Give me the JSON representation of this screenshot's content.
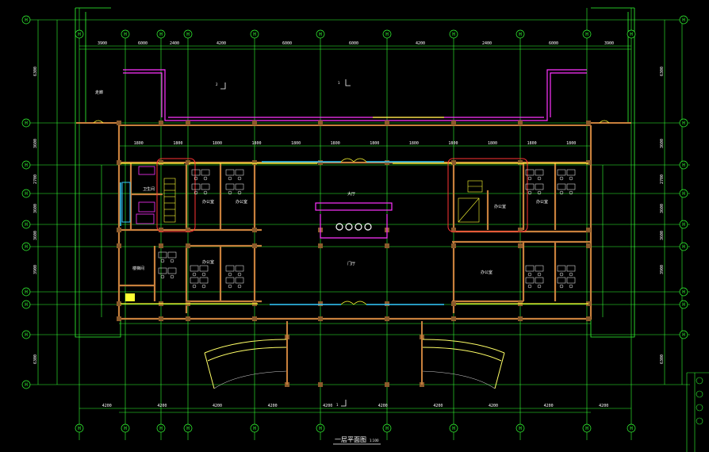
{
  "drawing": {
    "title": "一层平面图",
    "scale": "1:100"
  },
  "grid_bubbles": {
    "left": [
      "H",
      "H",
      "H",
      "H",
      "H",
      "H",
      "H",
      "H",
      "H",
      "H",
      "H"
    ],
    "right": [
      "H",
      "H",
      "H",
      "H",
      "H",
      "H",
      "H",
      "H",
      "H"
    ],
    "top": [
      "H",
      "H",
      "H",
      "H",
      "H",
      "H",
      "H",
      "H",
      "H",
      "H",
      "H",
      "H",
      "H"
    ],
    "bottom": [
      "H",
      "H",
      "H",
      "H",
      "H",
      "H",
      "H",
      "H",
      "H",
      "H",
      "H",
      "H",
      "H"
    ]
  },
  "dimensions": {
    "top_outer": [
      "3900",
      "6000",
      "2400",
      "4200",
      "6000",
      "6000",
      "4200",
      "2400",
      "6000",
      "3900"
    ],
    "top_inner": [
      "1800",
      "1800",
      "1800",
      "1800",
      "1800",
      "1800",
      "1800",
      "1800",
      "1800",
      "1800",
      "1800",
      "1800"
    ],
    "bottom": [
      "4200",
      "4200",
      "4200",
      "4200",
      "4200",
      "4200",
      "4200",
      "4200",
      "4200",
      "4200"
    ],
    "left": [
      "6300",
      "3600",
      "2700",
      "3600",
      "3600",
      "3900",
      "6300"
    ],
    "right": [
      "6300",
      "3600",
      "2700",
      "3600",
      "3600",
      "3900",
      "6300"
    ]
  },
  "rooms": {
    "left_offices": [
      "办公室",
      "办公室",
      "办公室"
    ],
    "right_offices": [
      "办公室",
      "办公室",
      "办公室"
    ],
    "lobby": "大厅",
    "hall": "门厅",
    "toilet": "卫生间",
    "stair": "楼梯间",
    "corridor": "走廊"
  },
  "section_marks": [
    "1",
    "1",
    "2"
  ],
  "colors": {
    "background": "#000000",
    "grid": "#33ff33",
    "wall": "#c8803c",
    "window": "#ffff33",
    "glass": "#33ccff",
    "magenta": "#ff33ff",
    "red": "#ff3333",
    "column": "#8b5a2b",
    "text": "#ffffff",
    "door_arc": "#ffff66"
  }
}
